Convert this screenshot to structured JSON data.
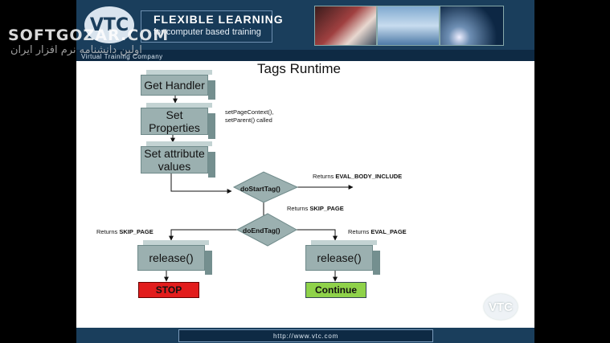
{
  "watermark": {
    "site": "SOFTGOZAR.COM",
    "tagline": "اولین دانشنامه نرم افزار ایران"
  },
  "banner": {
    "logo": "VTC",
    "headline": "FLEXIBLE LEARNING",
    "subline": "for computer based training",
    "company": "Virtual Training Company"
  },
  "slide": {
    "title": "Tags Runtime",
    "boxes": {
      "get_handler": "Get Handler",
      "set_properties": "Set Properties",
      "set_attribute": "Set attribute values",
      "release_left": "release()",
      "release_right": "release()"
    },
    "note": "setPageContext(), setParent() called",
    "diamonds": {
      "start": "doStartTag()",
      "end": "doEndTag()"
    },
    "labels": {
      "eval_body_prefix": "Returns ",
      "eval_body": "EVAL_BODY_INCLUDE",
      "skip_page_mid_prefix": "Returns ",
      "skip_page_mid": "SKIP_PAGE",
      "skip_page_left_prefix": "Returns ",
      "skip_page_left": "SKIP_PAGE",
      "eval_page_prefix": "Returns ",
      "eval_page": "EVAL_PAGE"
    },
    "outcomes": {
      "stop": "STOP",
      "continue": "Continue"
    }
  },
  "footer": {
    "url": "http://www.vtc.com",
    "corner_logo": "VTC"
  },
  "colors": {
    "banner": "#1a3e5c",
    "box": "#9bb0b0",
    "stop": "#e21c1c",
    "continue": "#8fd24a"
  }
}
